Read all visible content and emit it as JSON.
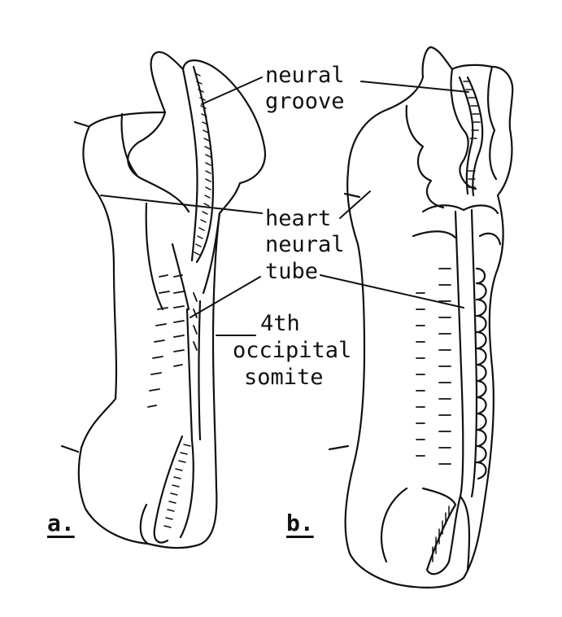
{
  "labels": {
    "neural_groove_1": "neural",
    "neural_groove_2": "groove",
    "heart": "heart",
    "neural_tube_1": "neural",
    "neural_tube_2": "tube",
    "somite_1": "4th",
    "somite_2": "occipital",
    "somite_3": "somite"
  },
  "panels": {
    "a": "a.",
    "b": "b."
  }
}
